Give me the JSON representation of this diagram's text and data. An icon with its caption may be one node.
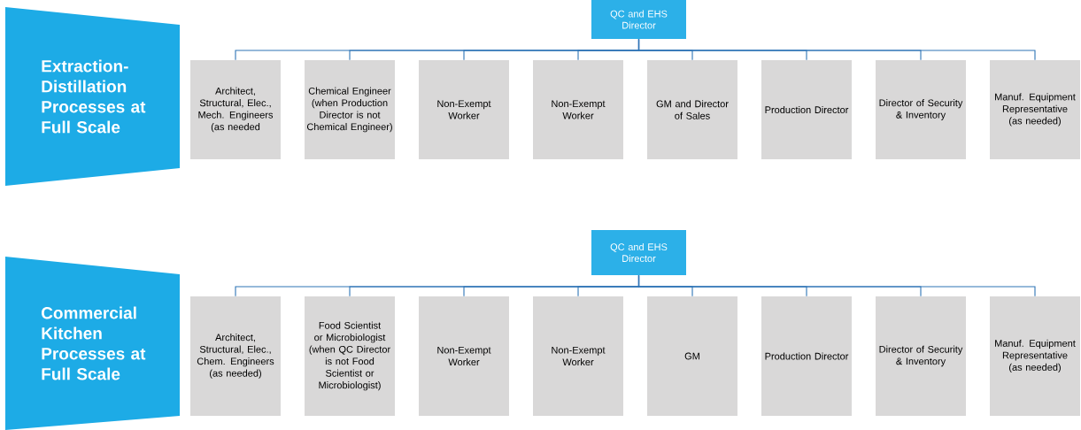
{
  "diagram": {
    "nodes": [
      {
        "text": [
          "Extraction-Distillation Processes at Full Scale"
        ]
      },
      {
        "text": [
          "QC and EHS Director"
        ]
      },
      {
        "text": [
          "Architect, Structural, Elec., Mech. Engineers (as needed"
        ]
      },
      {
        "text": [
          "Chemical Engineer (when Production Director is not Chemical Engineer)"
        ]
      },
      {
        "text": [
          "Non-Exempt Worker"
        ]
      },
      {
        "text": [
          "Non-Exempt Worker"
        ]
      },
      {
        "text": [
          "GM and Director of Sales"
        ]
      },
      {
        "text": [
          "Production Director"
        ]
      },
      {
        "text": [
          "Director of Security & Inventory"
        ]
      },
      {
        "text": [
          "Manuf. Equipment Representative (as needed)"
        ]
      },
      {
        "text": [
          "Commercial Kitchen Processes at Full Scale"
        ]
      },
      {
        "text": [
          "QC and EHS Director"
        ]
      },
      {
        "text": [
          "Architect, Structural, Elec., Chem. Engineers (as needed)"
        ]
      },
      {
        "text": [
          "Food Scientist or Microbiologist (when QC Director is not Food Scientist or Microbiologist)"
        ]
      },
      {
        "text": [
          "Non-Exempt Worker"
        ]
      },
      {
        "text": [
          "Non-Exempt Worker"
        ]
      },
      {
        "text": [
          "GM"
        ]
      },
      {
        "text": [
          "Production Director"
        ]
      },
      {
        "text": [
          "Director of Security & Inventory"
        ]
      },
      {
        "text": [
          "Manuf. Equipment Representative (as needed)"
        ]
      }
    ],
    "edges": [
      {
        "from": 1,
        "to": 2,
        "arrow": "none"
      },
      {
        "from": 1,
        "to": 3,
        "arrow": "none"
      },
      {
        "from": 1,
        "to": 4,
        "arrow": "none"
      },
      {
        "from": 1,
        "to": 5,
        "arrow": "none"
      },
      {
        "from": 1,
        "to": 6,
        "arrow": "none"
      },
      {
        "from": 1,
        "to": 7,
        "arrow": "none"
      },
      {
        "from": 1,
        "to": 8,
        "arrow": "none"
      },
      {
        "from": 1,
        "to": 9,
        "arrow": "none"
      },
      {
        "from": 11,
        "to": 12,
        "arrow": "none"
      },
      {
        "from": 11,
        "to": 13,
        "arrow": "none"
      },
      {
        "from": 11,
        "to": 14,
        "arrow": "none"
      },
      {
        "from": 11,
        "to": 15,
        "arrow": "none"
      },
      {
        "from": 11,
        "to": 16,
        "arrow": "none"
      },
      {
        "from": 11,
        "to": 17,
        "arrow": "none"
      },
      {
        "from": 11,
        "to": 18,
        "arrow": "none"
      },
      {
        "from": 11,
        "to": 19,
        "arrow": "none"
      }
    ]
  }
}
